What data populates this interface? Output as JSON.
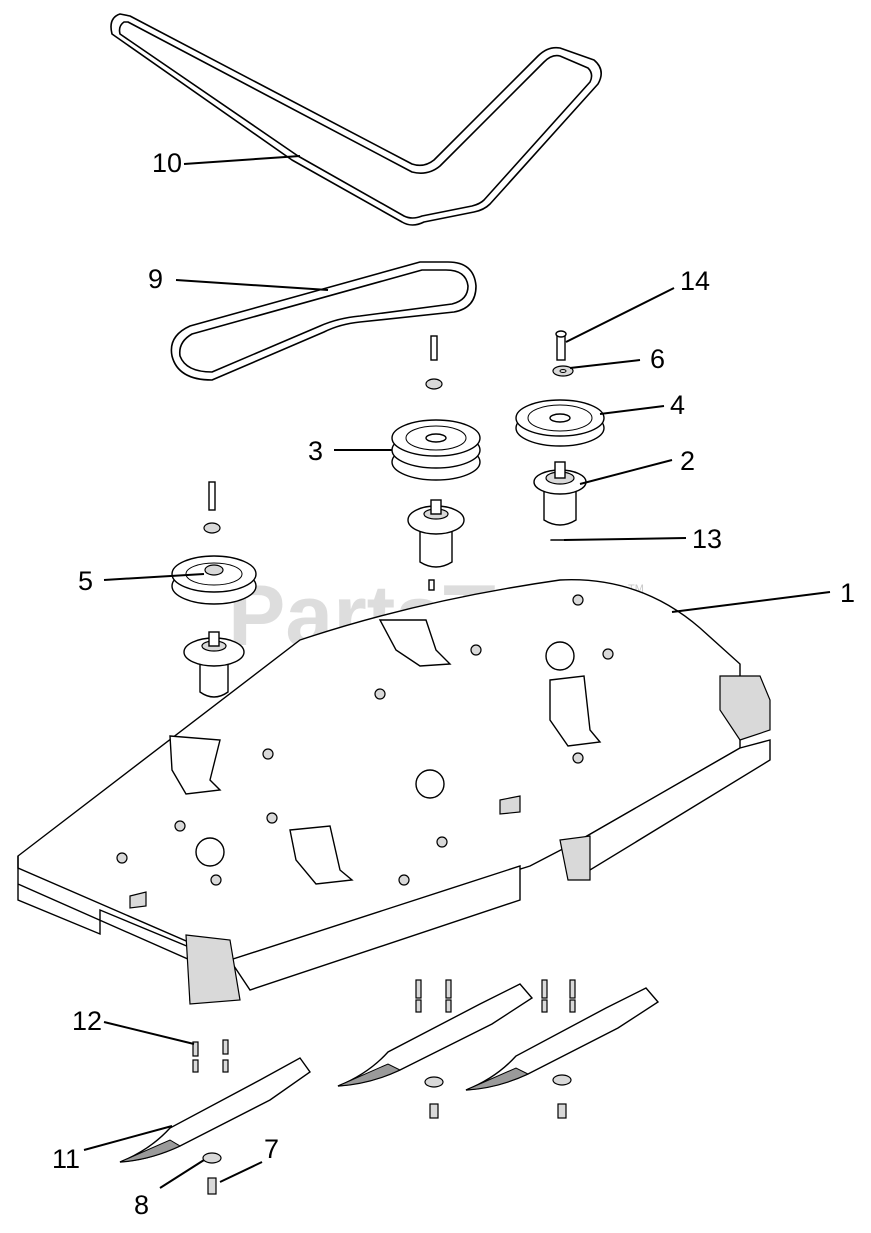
{
  "watermark": {
    "text": "PartsTree",
    "tm": "TM"
  },
  "callouts": [
    {
      "id": "c10",
      "label": "10"
    },
    {
      "id": "c9",
      "label": "9"
    },
    {
      "id": "c14",
      "label": "14"
    },
    {
      "id": "c6",
      "label": "6"
    },
    {
      "id": "c4",
      "label": "4"
    },
    {
      "id": "c3",
      "label": "3"
    },
    {
      "id": "c2",
      "label": "2"
    },
    {
      "id": "c13",
      "label": "13"
    },
    {
      "id": "c5",
      "label": "5"
    },
    {
      "id": "c1",
      "label": "1"
    },
    {
      "id": "c12",
      "label": "12"
    },
    {
      "id": "c11",
      "label": "11"
    },
    {
      "id": "c7",
      "label": "7"
    },
    {
      "id": "c8",
      "label": "8"
    }
  ]
}
